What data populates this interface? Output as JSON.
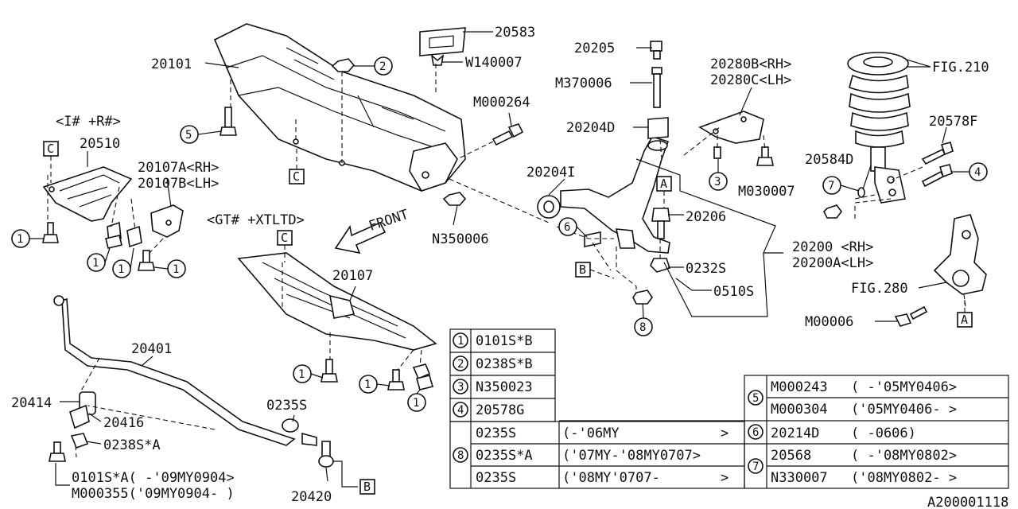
{
  "labels": {
    "p20583": "20583",
    "p20101": "20101",
    "pW140007": "W140007",
    "p20205": "20205",
    "pM370006": "M370006",
    "p20280b": "20280B<RH>",
    "p20280c": "20280C<LH>",
    "pFIG210": "FIG.210",
    "pM000264": "M000264",
    "p20204D": "20204D",
    "p20578F": "20578F",
    "pIR": "<I# +R#>",
    "p20510": "20510",
    "p20107a": "20107A<RH>",
    "p20107b": "20107B<LH>",
    "p20204I": "20204I",
    "pM030007": "M030007",
    "p20584D": "20584D",
    "pGT": "<GT# +XTLTD>",
    "pFRONT": "FRONT",
    "p20206": "20206",
    "pN350006": "N350006",
    "p20200": "20200 <RH>",
    "p20200A": "20200A<LH>",
    "p0232S": "0232S",
    "p20107": "20107",
    "p0510S": "0510S",
    "pFIG280": "FIG.280",
    "pM00006": "M00006",
    "p20401": "20401",
    "p20414": "20414",
    "p20416": "20416",
    "p0238SA": "0238S*A",
    "p0235S": "0235S",
    "p0101SA": "0101S*A( -'09MY0904>",
    "pM000355": "M000355('09MY0904- )",
    "p20420": "20420",
    "code": "A200001118"
  },
  "callouts": {
    "c1": "1",
    "c2": "2",
    "c3": "3",
    "c4": "4",
    "c5": "5",
    "c6": "6",
    "c7": "7",
    "c8": "8"
  },
  "refs": {
    "A": "A",
    "B": "B",
    "C": "C"
  },
  "legend": {
    "left": [
      {
        "num": "1",
        "part": "0101S*B"
      },
      {
        "num": "2",
        "part": "0238S*B"
      },
      {
        "num": "3",
        "part": "N350023"
      },
      {
        "num": "4",
        "part": "20578G"
      }
    ],
    "eight": {
      "num": "8",
      "rows": [
        {
          "part": "0235S",
          "range": "(-'06MY",
          "end": ">"
        },
        {
          "part": "0235S*A",
          "range": "('07MY-'08MY0707>",
          "end": ""
        },
        {
          "part": "0235S",
          "range": "('08MY'0707-",
          "end": ">"
        }
      ]
    },
    "right": [
      {
        "num": "5",
        "rows": [
          {
            "part": "M000243",
            "range": "(     -'05MY0406>"
          },
          {
            "part": "M000304",
            "range": "('05MY0406-      >"
          }
        ]
      },
      {
        "num": "6",
        "rows": [
          {
            "part": "20214D",
            "range": "(          -0606)"
          }
        ]
      },
      {
        "num": "7",
        "rows": [
          {
            "part": "20568",
            "range": "(     -'08MY0802>"
          },
          {
            "part": "N330007",
            "range": "('08MY0802-      >"
          }
        ]
      }
    ]
  }
}
